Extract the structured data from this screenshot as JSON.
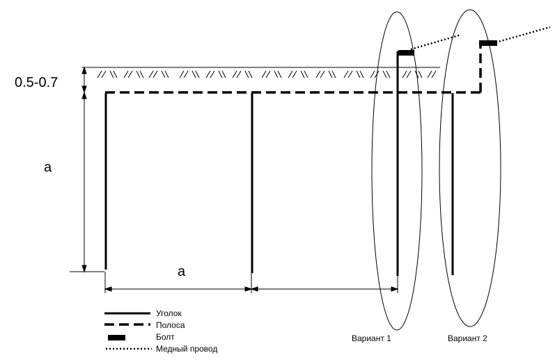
{
  "labels": {
    "depth": "0.5-0.7",
    "vertical_spacing": "a",
    "horizontal_spacing": "a",
    "variant1": "Вариант 1",
    "variant2": "Вариант 2"
  },
  "legend": {
    "items": [
      {
        "style": "solid",
        "label": "Уголок"
      },
      {
        "style": "dashed",
        "label": "Полоса"
      },
      {
        "style": "bolt",
        "label": "Болт"
      },
      {
        "style": "dotted",
        "label": "Медный провод"
      }
    ]
  },
  "colors": {
    "stroke": "#000000",
    "background": "#ffffff"
  }
}
